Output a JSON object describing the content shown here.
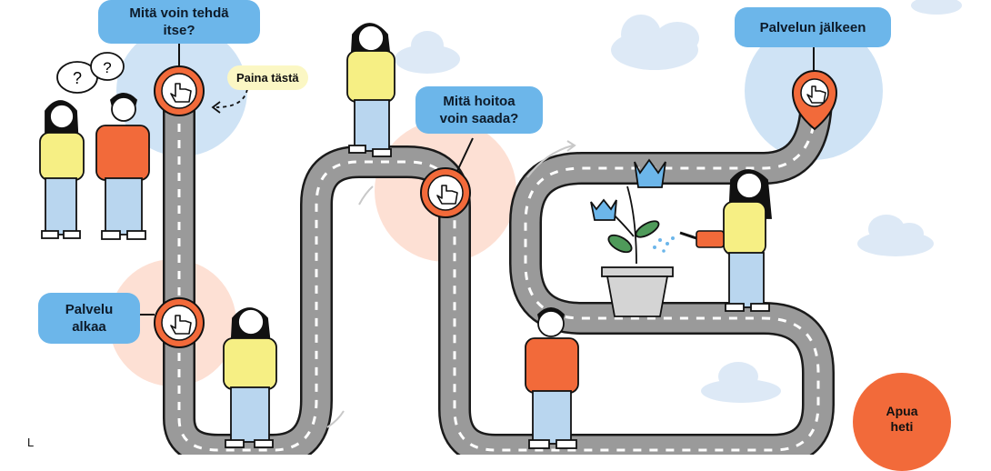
{
  "labels": {
    "what_can_i_do": "Mitä voin tehdä\nitse?",
    "press_here": "Paina tästä",
    "what_care": "Mitä hoitoa\nvoin saada?",
    "after_service": "Palvelun jälkeen",
    "service_starts": "Palvelu\nalkaa",
    "help_now": "Apua\nheti",
    "corner_letter": "L"
  },
  "icons": [
    "question-mark-bubble-icon",
    "hand-pointer-icon",
    "map-pin-icon",
    "cloud-icon",
    "watering-can-icon",
    "flower-pot-icon"
  ],
  "colors": {
    "accent_blue": "#6cb6ea",
    "accent_orange": "#f26a3a",
    "road": "#9a9a9a",
    "peach": "#fbd9cc",
    "hint_yellow": "#fbf7c4"
  }
}
